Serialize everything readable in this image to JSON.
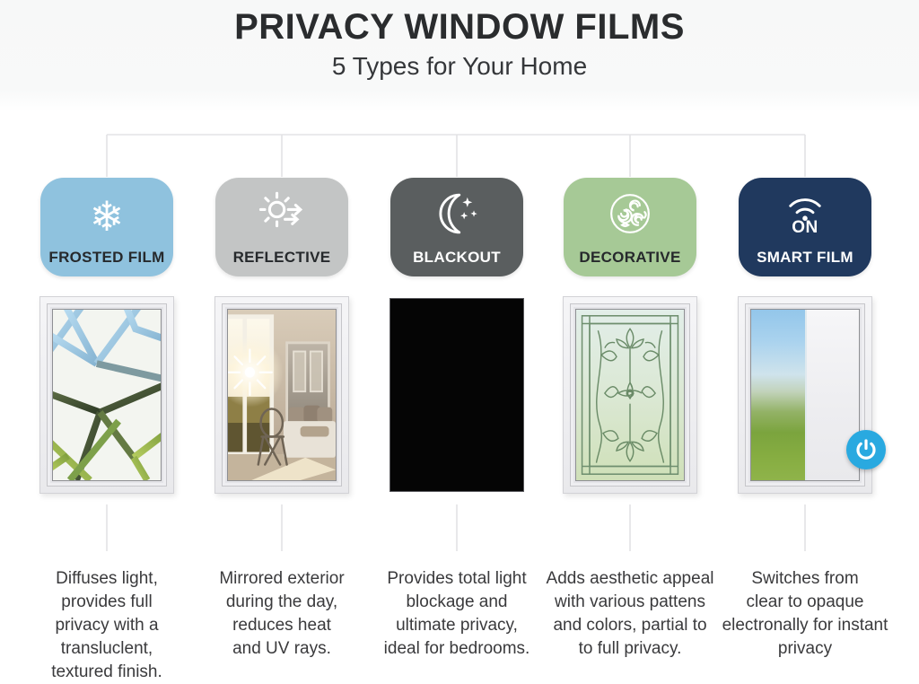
{
  "header": {
    "title": "PRIVACY WINDOW FILMS",
    "subtitle": "5 Types for Your Home"
  },
  "films": [
    {
      "id": "frosted",
      "label": "FROSTED FILM",
      "icon": "snowflake-icon",
      "badge_color": "#8fc2de",
      "label_color": "#26292c",
      "description": "Diffuses light,\nprovides full\nprivacy with a\ntransluclent,\ntextured finish."
    },
    {
      "id": "reflective",
      "label": "REFLECTIVE",
      "icon": "sun-arrows-icon",
      "badge_color": "#c3c5c5",
      "label_color": "#26292c",
      "description": "Mirrored exterior\nduring the day,\nreduces heat\nand UV rays."
    },
    {
      "id": "blackout",
      "label": "BLACKOUT",
      "icon": "moon-stars-icon",
      "badge_color": "#5a5e5f",
      "label_color": "#ffffff",
      "description": "Provides total light\nblockage and\nultimate privacy,\nideal for bedrooms."
    },
    {
      "id": "decorative",
      "label": "DECORATIVE",
      "icon": "ornament-swirl-icon",
      "badge_color": "#a6c996",
      "label_color": "#26292c",
      "description": "Adds aesthetic appeal\nwith various pattens\nand colors, partial to\nto full privacy."
    },
    {
      "id": "smart",
      "label": "SMART FILM",
      "icon": "wifi-icon",
      "on_label": "ON",
      "badge_color": "#20395e",
      "label_color": "#ffffff",
      "description": "Switches from\nclear to opaque\nelectronally for instant\nprivacy"
    }
  ],
  "accent": {
    "power_button_color": "#29a9e0",
    "connector_line_color": "#e3e3e5"
  }
}
